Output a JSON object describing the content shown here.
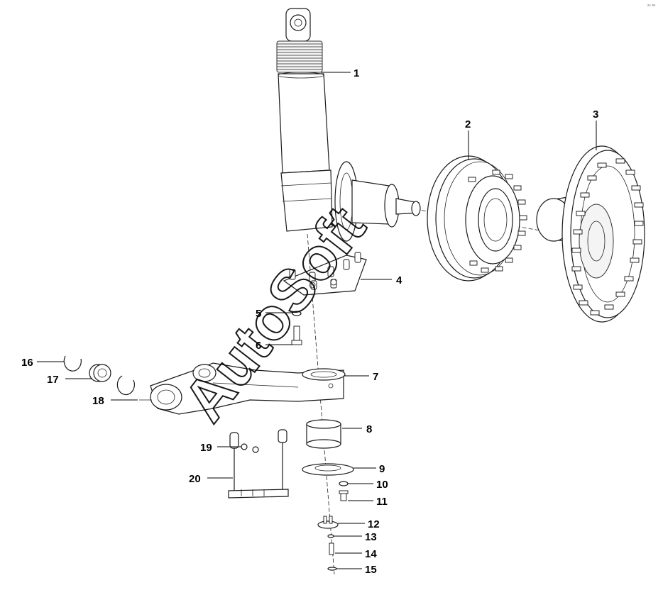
{
  "watermark": {
    "text": "AutoSoft"
  },
  "corner_mark": {
    "text": "ᵃᵘ ʷᵉ"
  },
  "callouts": [
    {
      "label": "1"
    },
    {
      "label": "2"
    },
    {
      "label": "3"
    },
    {
      "label": "4"
    },
    {
      "label": "5"
    },
    {
      "label": "6"
    },
    {
      "label": "7"
    },
    {
      "label": "8"
    },
    {
      "label": "9"
    },
    {
      "label": "10"
    },
    {
      "label": "11"
    },
    {
      "label": "12"
    },
    {
      "label": "13"
    },
    {
      "label": "14"
    },
    {
      "label": "15"
    },
    {
      "label": "16"
    },
    {
      "label": "17"
    },
    {
      "label": "18"
    },
    {
      "label": "19"
    },
    {
      "label": "20"
    }
  ],
  "colors": {
    "line": "#1a1a1a",
    "background": "#ffffff"
  }
}
